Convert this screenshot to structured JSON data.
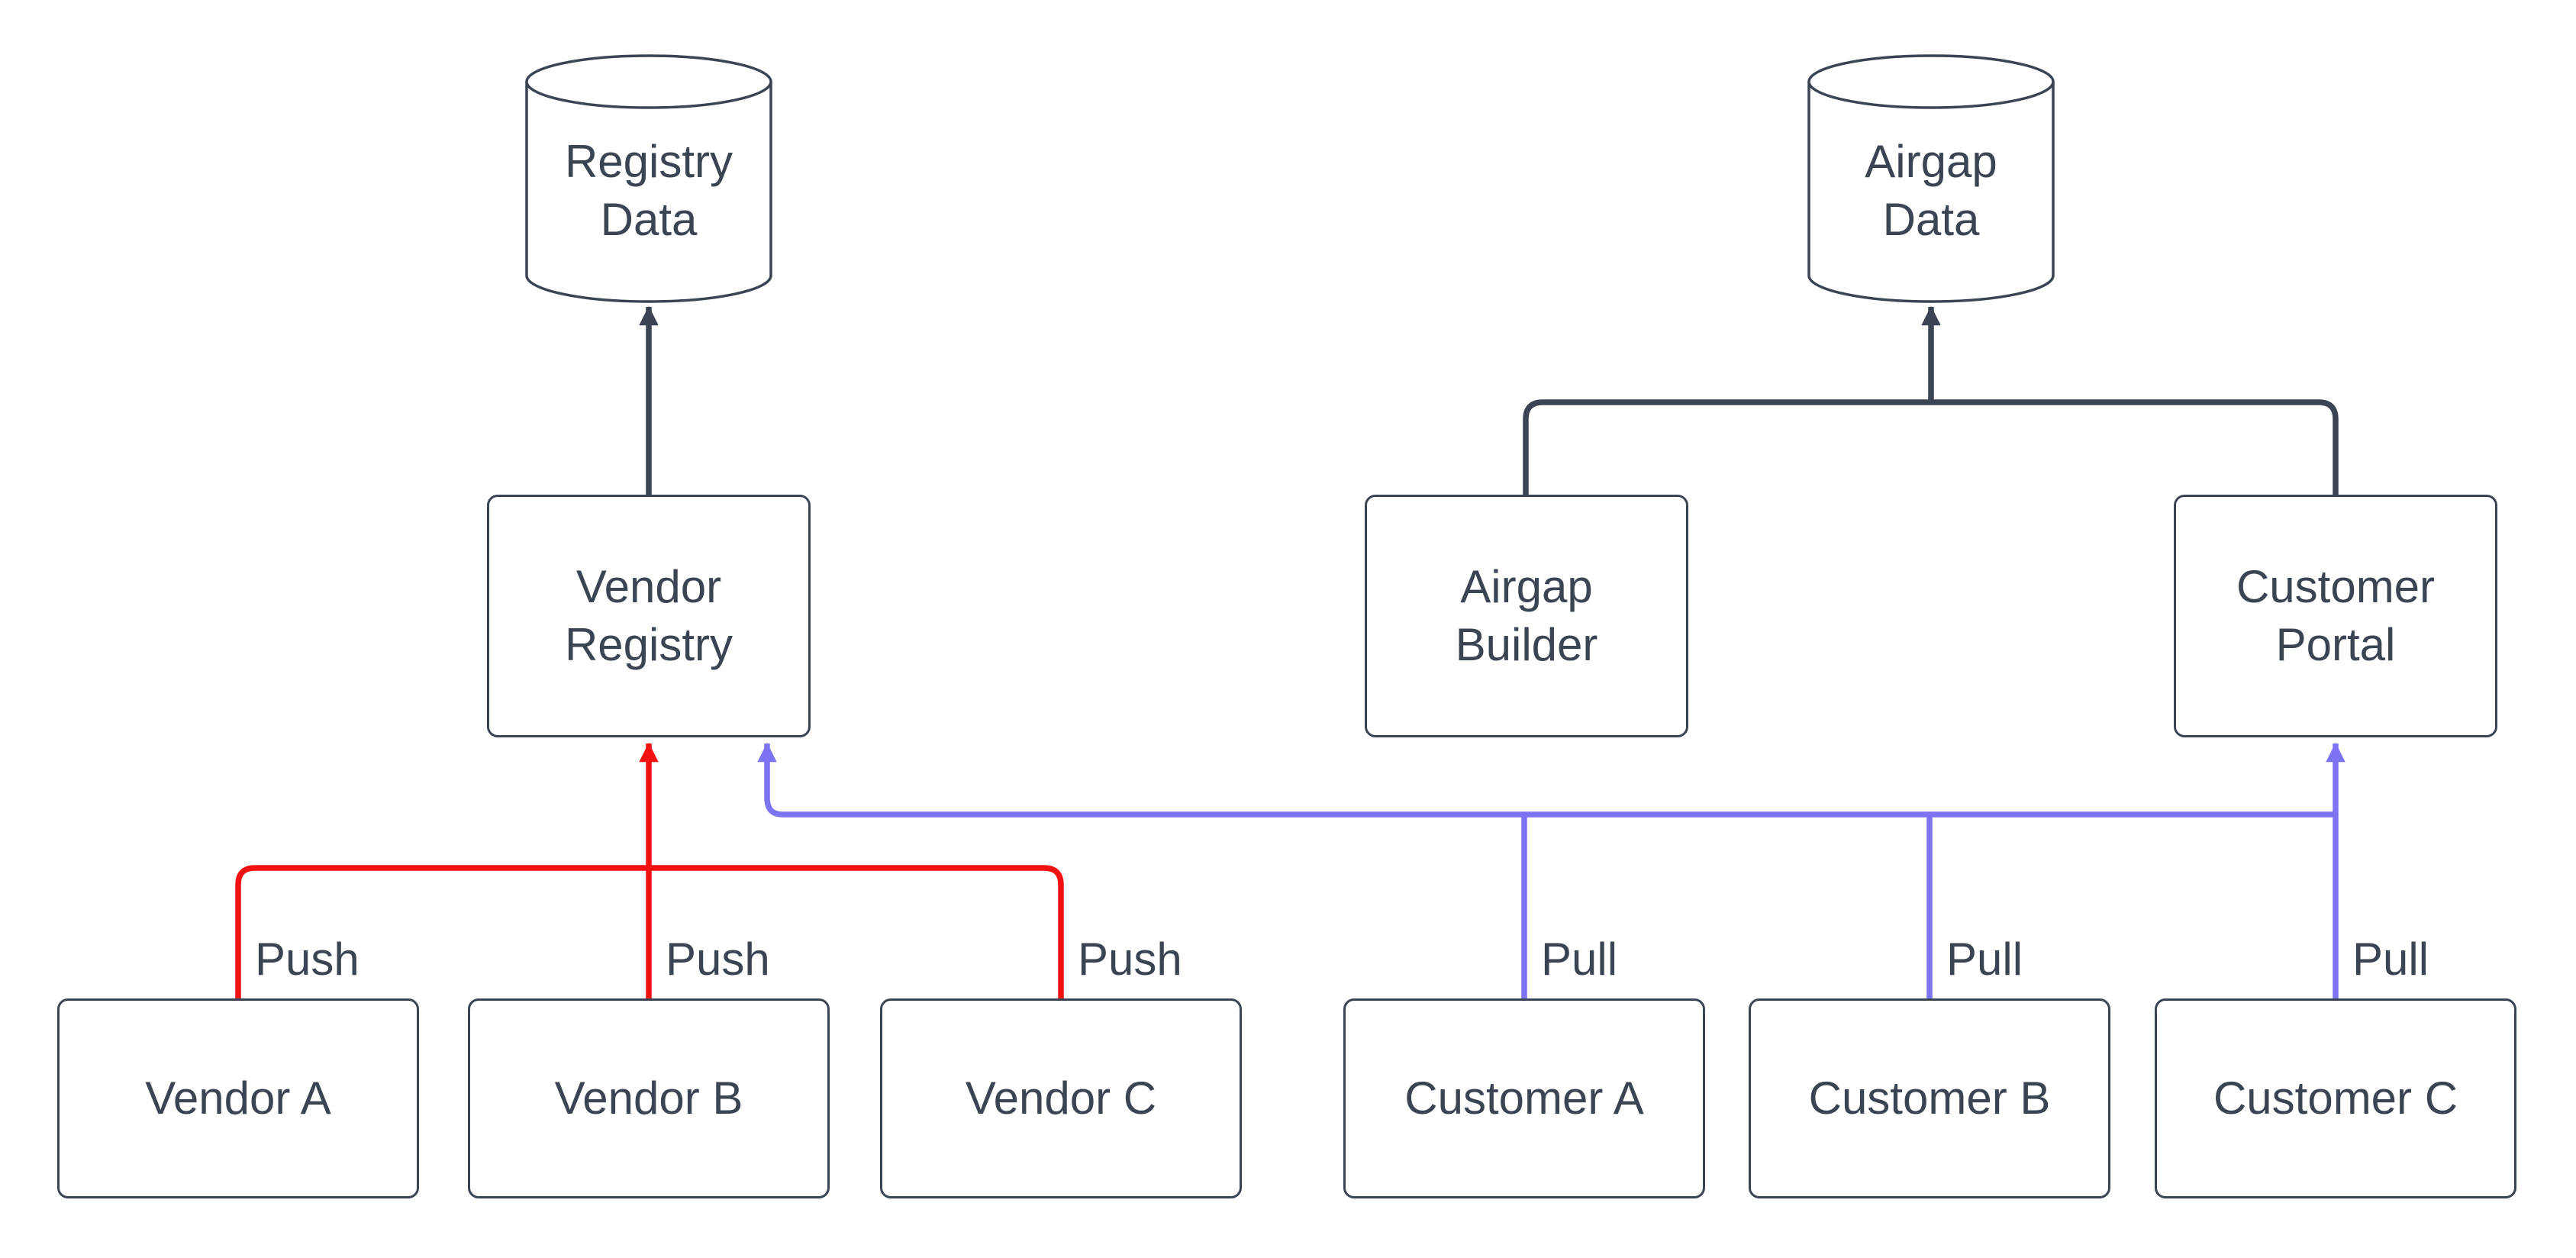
{
  "colors": {
    "background": "#ffffff",
    "node_fill": "#ffffff",
    "node_border": "#3b4453",
    "text": "#3b4453",
    "edge_dark": "#3b4453",
    "edge_push": "#f31111",
    "edge_pull": "#7c74f2"
  },
  "nodes": {
    "registry_data": {
      "shape": "cylinder",
      "lines": [
        "Registry",
        "Data"
      ]
    },
    "airgap_data": {
      "shape": "cylinder",
      "lines": [
        "Airgap",
        "Data"
      ]
    },
    "vendor_registry": {
      "shape": "box",
      "lines": [
        "Vendor",
        "Registry"
      ]
    },
    "airgap_builder": {
      "shape": "box",
      "lines": [
        "Airgap",
        "Builder"
      ]
    },
    "customer_portal": {
      "shape": "box",
      "lines": [
        "Customer",
        "Portal"
      ]
    },
    "vendor_a": {
      "shape": "box",
      "lines": [
        "Vendor A"
      ]
    },
    "vendor_b": {
      "shape": "box",
      "lines": [
        "Vendor B"
      ]
    },
    "vendor_c": {
      "shape": "box",
      "lines": [
        "Vendor C"
      ]
    },
    "customer_a": {
      "shape": "box",
      "lines": [
        "Customer A"
      ]
    },
    "customer_b": {
      "shape": "box",
      "lines": [
        "Customer B"
      ]
    },
    "customer_c": {
      "shape": "box",
      "lines": [
        "Customer C"
      ]
    }
  },
  "edges": [
    {
      "from": "Vendor Registry",
      "to": [
        "Registry Data"
      ],
      "label": "",
      "color": "#3b4453"
    },
    {
      "from": "Airgap Builder",
      "to": [
        "Airgap Data"
      ],
      "label": "",
      "color": "#3b4453"
    },
    {
      "from": "Customer Portal",
      "to": [
        "Airgap Data"
      ],
      "label": "",
      "color": "#3b4453"
    },
    {
      "from": "Vendor A",
      "to": [
        "Vendor Registry"
      ],
      "label": "Push",
      "color": "#f31111"
    },
    {
      "from": "Vendor B",
      "to": [
        "Vendor Registry"
      ],
      "label": "Push",
      "color": "#f31111"
    },
    {
      "from": "Vendor C",
      "to": [
        "Vendor Registry"
      ],
      "label": "Push",
      "color": "#f31111"
    },
    {
      "from": "Customer A",
      "to": [
        "Vendor Registry",
        "Customer Portal"
      ],
      "label": "Pull",
      "color": "#7c74f2"
    },
    {
      "from": "Customer B",
      "to": [
        "Vendor Registry",
        "Customer Portal"
      ],
      "label": "Pull",
      "color": "#7c74f2"
    },
    {
      "from": "Customer C",
      "to": [
        "Vendor Registry",
        "Customer Portal"
      ],
      "label": "Pull",
      "color": "#7c74f2"
    }
  ]
}
